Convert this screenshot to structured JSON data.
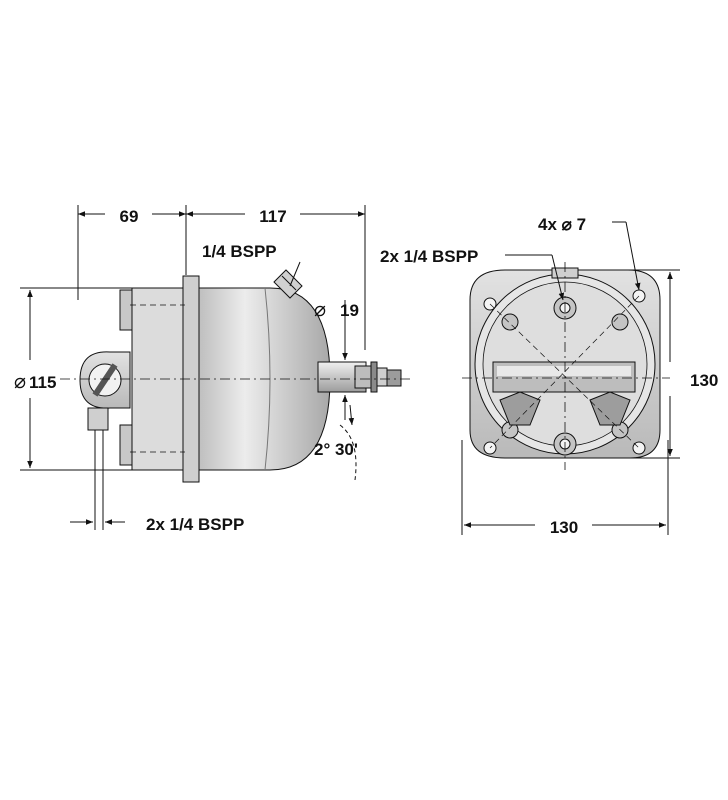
{
  "side_view": {
    "dim_length_front": "69",
    "dim_length_body": "117",
    "dim_diameter": "115",
    "diameter_symbol": "⌀",
    "port_top": "1/4 BSPP",
    "shaft_diameter": "19",
    "taper_angle": "2° 30'",
    "ports_bottom": "2x 1/4 BSPP"
  },
  "front_view": {
    "holes_label": "4x ⌀ 7",
    "ports_label": "2x 1/4 BSPP",
    "dim_height": "130",
    "dim_width": "130"
  },
  "colors": {
    "line": "#111111",
    "body_fill": "#d6d6d6",
    "shade": "#9a9a9a",
    "bar": "#bdbdbd"
  }
}
